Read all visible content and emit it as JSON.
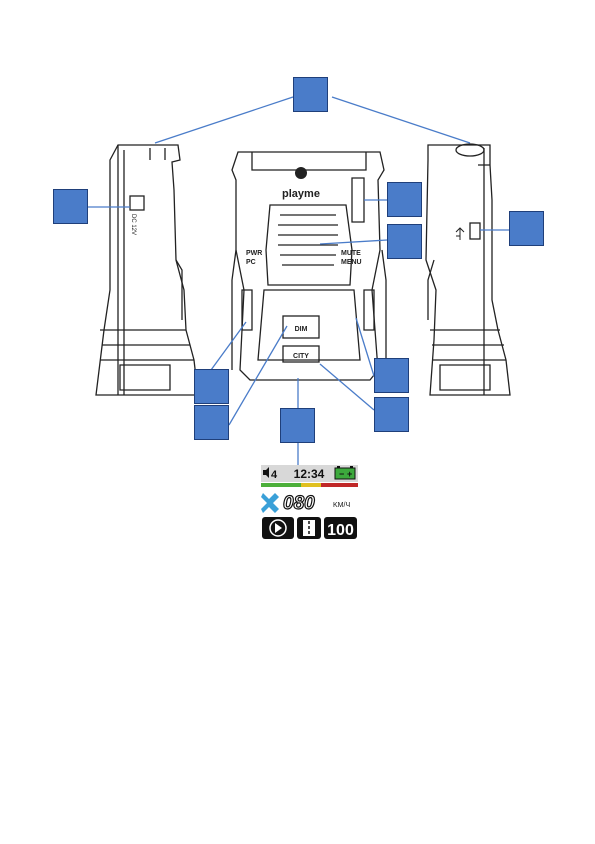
{
  "device": {
    "brand": "playme",
    "buttons": {
      "pwr": "PWR",
      "pc": "PC",
      "mute": "MUTE",
      "menu": "MENU",
      "dim": "DIM",
      "city": "CITY"
    },
    "power_label": "DC 12V"
  },
  "display": {
    "volume_level": "4",
    "time": "12:34",
    "battery_plus": "+",
    "battery_minus": "−",
    "speed": "080",
    "speed_unit": "KM/Ч",
    "threshold": "100"
  },
  "colors": {
    "callout_fill": "#4a7cc9",
    "callout_border": "#1f3f7a",
    "line": "#4a7cc9",
    "lcd_header": "#d8d8d8",
    "battery": "#3ca93c",
    "signal_icon": "#3aa0d8",
    "bar_green": "#4caf3a",
    "bar_yellow": "#e0c020",
    "bar_red": "#c02828"
  },
  "icons": [
    "speaker-icon",
    "battery-icon",
    "satellite-icon",
    "usb-icon",
    "power-jack-icon",
    "radar-mode-icon",
    "road-icon"
  ]
}
